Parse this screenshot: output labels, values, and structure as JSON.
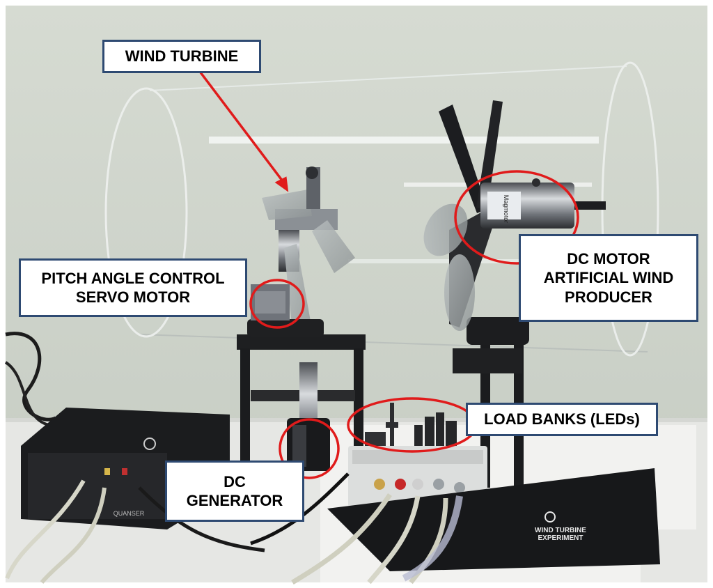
{
  "photo": {
    "subject": "Quanser wind turbine experiment apparatus",
    "colors": {
      "callout_border": "#2e4a72",
      "annotation": "#e01b1b",
      "wall": "#d9ddd4",
      "table": "#ecedeb"
    }
  },
  "labels": {
    "wind_turbine": "WIND TURBINE",
    "pitch_servo": "PITCH ANGLE CONTROL\nSERVO MOTOR",
    "dc_motor": "DC MOTOR\nARTIFICIAL WIND\nPRODUCER",
    "load_banks": "LOAD BANKS (LEDs)",
    "dc_generator": "DC\nGENERATOR"
  },
  "device_text": {
    "brand": "QUANSER",
    "base_title": "WIND TURBINE\nEXPERIMENT",
    "motor_brand": "Magmotor"
  }
}
